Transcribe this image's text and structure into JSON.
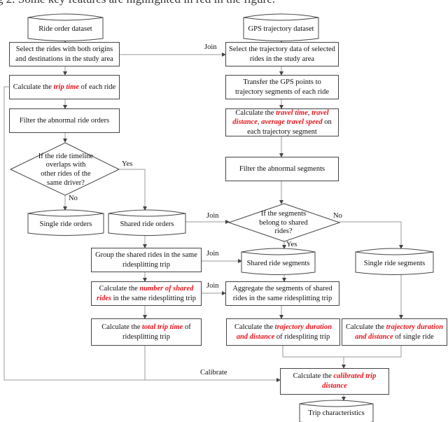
{
  "caption": "g 2. Some key features are highlighted in red in the figure.",
  "colors": {
    "highlight": "#e8141b",
    "line": "#444444"
  },
  "nodes": {
    "ride_order_dataset": "Ride order dataset",
    "gps_trajectory_dataset": "GPS trajectory dataset",
    "select_rides": "Select the rides with both origins and destinations in the study area",
    "select_trajectory": "Select the trajectory data of selected rides in the study area",
    "trip_time": {
      "pre": "Calculate the ",
      "hl": "trip time",
      "post": " of each ride"
    },
    "transfer_gps": "Transfer the GPS points to trajectory segments of each ride",
    "filter_orders": "Filter the abnormal ride orders",
    "travel_calc": {
      "pre": "Calculate the ",
      "hl1": "travel time",
      "mid1": ", ",
      "hl2": "travel distance",
      "mid2": ", ",
      "hl3": "average travel speed",
      "post": " on each trajectory segment"
    },
    "overlap_decision": "If the ride timeline overlaps with other rides of the same driver?",
    "filter_segments": "Filter the abnormal segments",
    "single_ride_orders": "Single ride orders",
    "shared_ride_orders": "Shared ride orders",
    "segments_decision": "If the segments belong to shared rides?",
    "group_shared": "Group the shared rides in the same ridesplitting trip",
    "shared_ride_segments": "Shared ride segments",
    "single_ride_segments": "Single ride segments",
    "number_shared": {
      "pre": "Calculate the ",
      "hl": "number of shared rides",
      "post": " in the same ridesplitting trip"
    },
    "aggregate": "Aggregate the segments of shared rides in the same ridesplitting trip",
    "total_trip_time": {
      "pre": "Calculate the ",
      "hl": "total trip time",
      "post": " of ridesplitting trip"
    },
    "traj_ridesplitting": {
      "pre": "Calculate the ",
      "hl": "trajectory duration and distance",
      "post": " of ridespliting trip"
    },
    "traj_single": {
      "pre": "Calculate the ",
      "hl": "trajectory duration and distance",
      "post": " of single ride"
    },
    "calibrated": {
      "pre": "Calculate the ",
      "hl": "calibrated trip distance",
      "post": ""
    },
    "trip_characteristics": "Trip characteristics"
  },
  "edge_labels": {
    "join1": "Join",
    "join2": "Join",
    "join3": "Join",
    "join4": "Join",
    "yes1": "Yes",
    "no1": "No",
    "yes2": "Yes",
    "no2": "No",
    "calibrate": "Calibrate"
  }
}
